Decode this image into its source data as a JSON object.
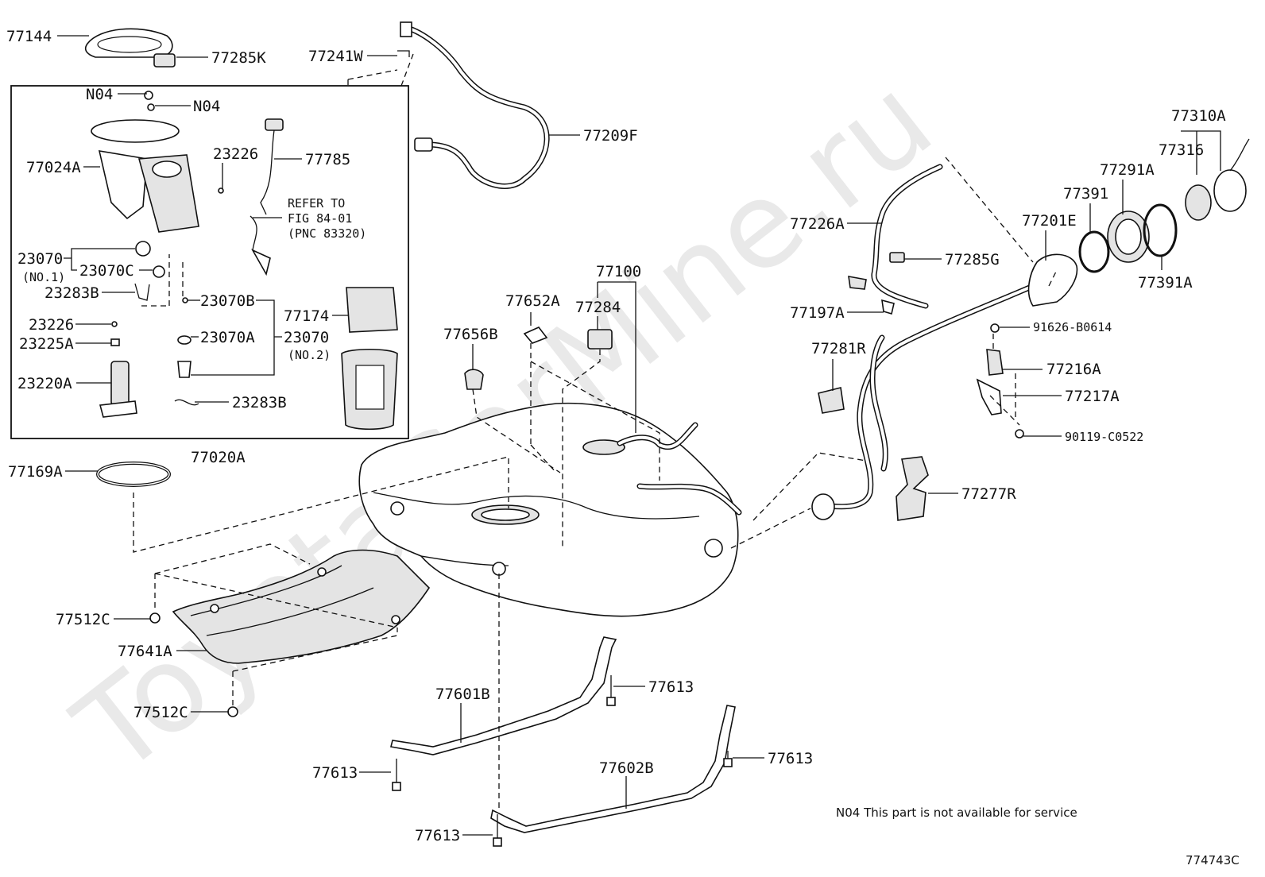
{
  "diagram": {
    "watermark": "ToyotaCarMine.ru",
    "figure_id": "774743C",
    "note": "N04 This part is not available for service",
    "refer_lines": [
      "REFER TO",
      "FIG 84-01",
      "(PNC 83320)"
    ],
    "labels": {
      "l77144": "77144",
      "l77285K": "77285K",
      "l77241W": "77241W",
      "l77209F": "77209F",
      "lN04a": "N04",
      "lN04b": "N04",
      "l77024A": "77024A",
      "l23226a": "23226",
      "l77785": "77785",
      "l23070a": "23070",
      "lNO1": "(NO.1)",
      "l23070C": "23070C",
      "l23283Ba": "23283B",
      "l23070B": "23070B",
      "l77174": "77174",
      "l23226b": "23226",
      "l23225A": "23225A",
      "l23070A": "23070A",
      "l23070b": "23070",
      "lNO2": "(NO.2)",
      "l23220A": "23220A",
      "l23283Bb": "23283B",
      "l77020A": "77020A",
      "l77169A": "77169A",
      "l77652A": "77652A",
      "l77100": "77100",
      "l77284": "77284",
      "l77656B": "77656B",
      "l77226A": "77226A",
      "l77285G": "77285G",
      "l77197A": "77197A",
      "l77281R": "77281R",
      "l77201E": "77201E",
      "l77391": "77391",
      "l77291A": "77291A",
      "l77316": "77316",
      "l77310A": "77310A",
      "l77391A": "77391A",
      "l91626": "91626-B0614",
      "l77216A": "77216A",
      "l77217A": "77217A",
      "l90119": "90119-C0522",
      "l77277R": "77277R",
      "l77512Ca": "77512C",
      "l77641A": "77641A",
      "l77512Cb": "77512C",
      "l77601B": "77601B",
      "l77613a": "77613",
      "l77613b": "77613",
      "l77602B": "77602B",
      "l77613c": "77613",
      "l77613d": "77613"
    }
  }
}
